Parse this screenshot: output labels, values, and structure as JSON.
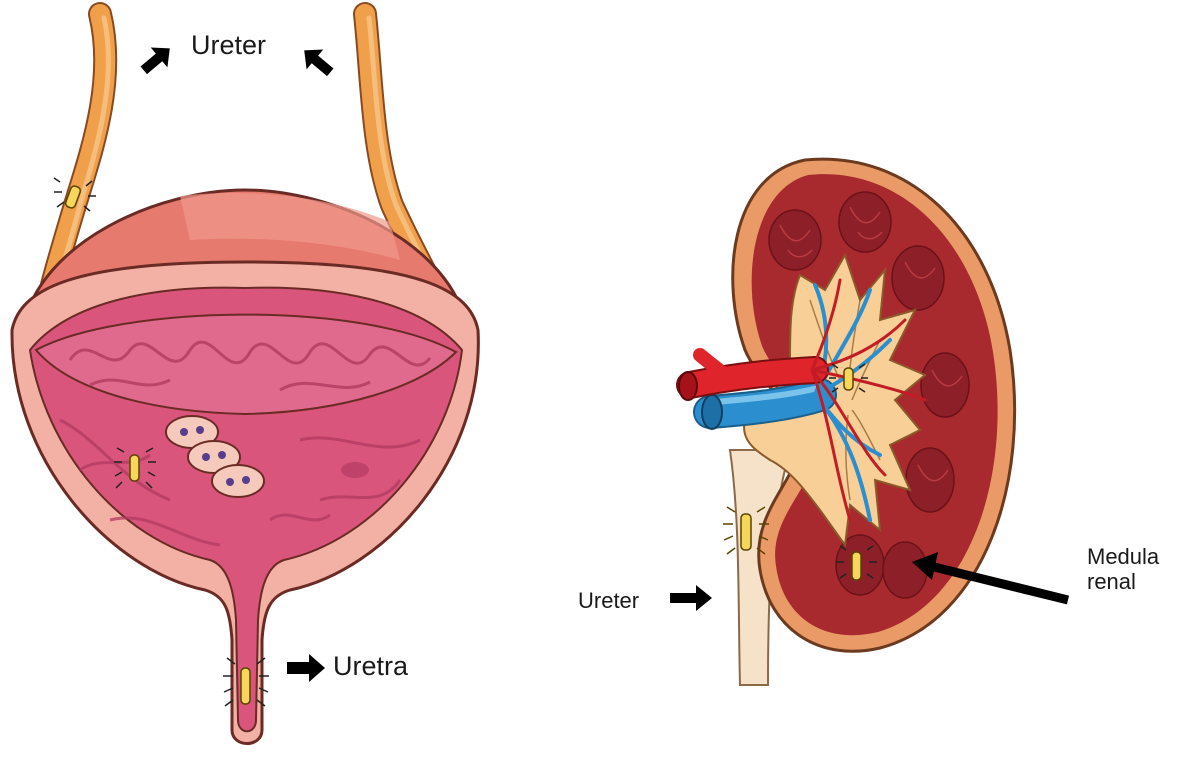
{
  "bladder": {
    "labels": {
      "ureter": "Ureter",
      "urethra": "Uretra"
    }
  },
  "kidney": {
    "labels": {
      "ureter": "Ureter",
      "medulla_line1": "Medula",
      "medulla_line2": "renal"
    }
  },
  "colors": {
    "ureter_orange": "#f0a04b",
    "bladder_outer": "#e77a6f",
    "bladder_lumen": "#d44a72",
    "bladder_wall": "#f3b1a6",
    "kidney_cortex": "#a92a2e",
    "kidney_capsule": "#e99a67",
    "renal_pelvis": "#f9cf98",
    "artery_red": "#e0242b",
    "vein_blue": "#2b8fcf",
    "arrow": "#000000"
  }
}
